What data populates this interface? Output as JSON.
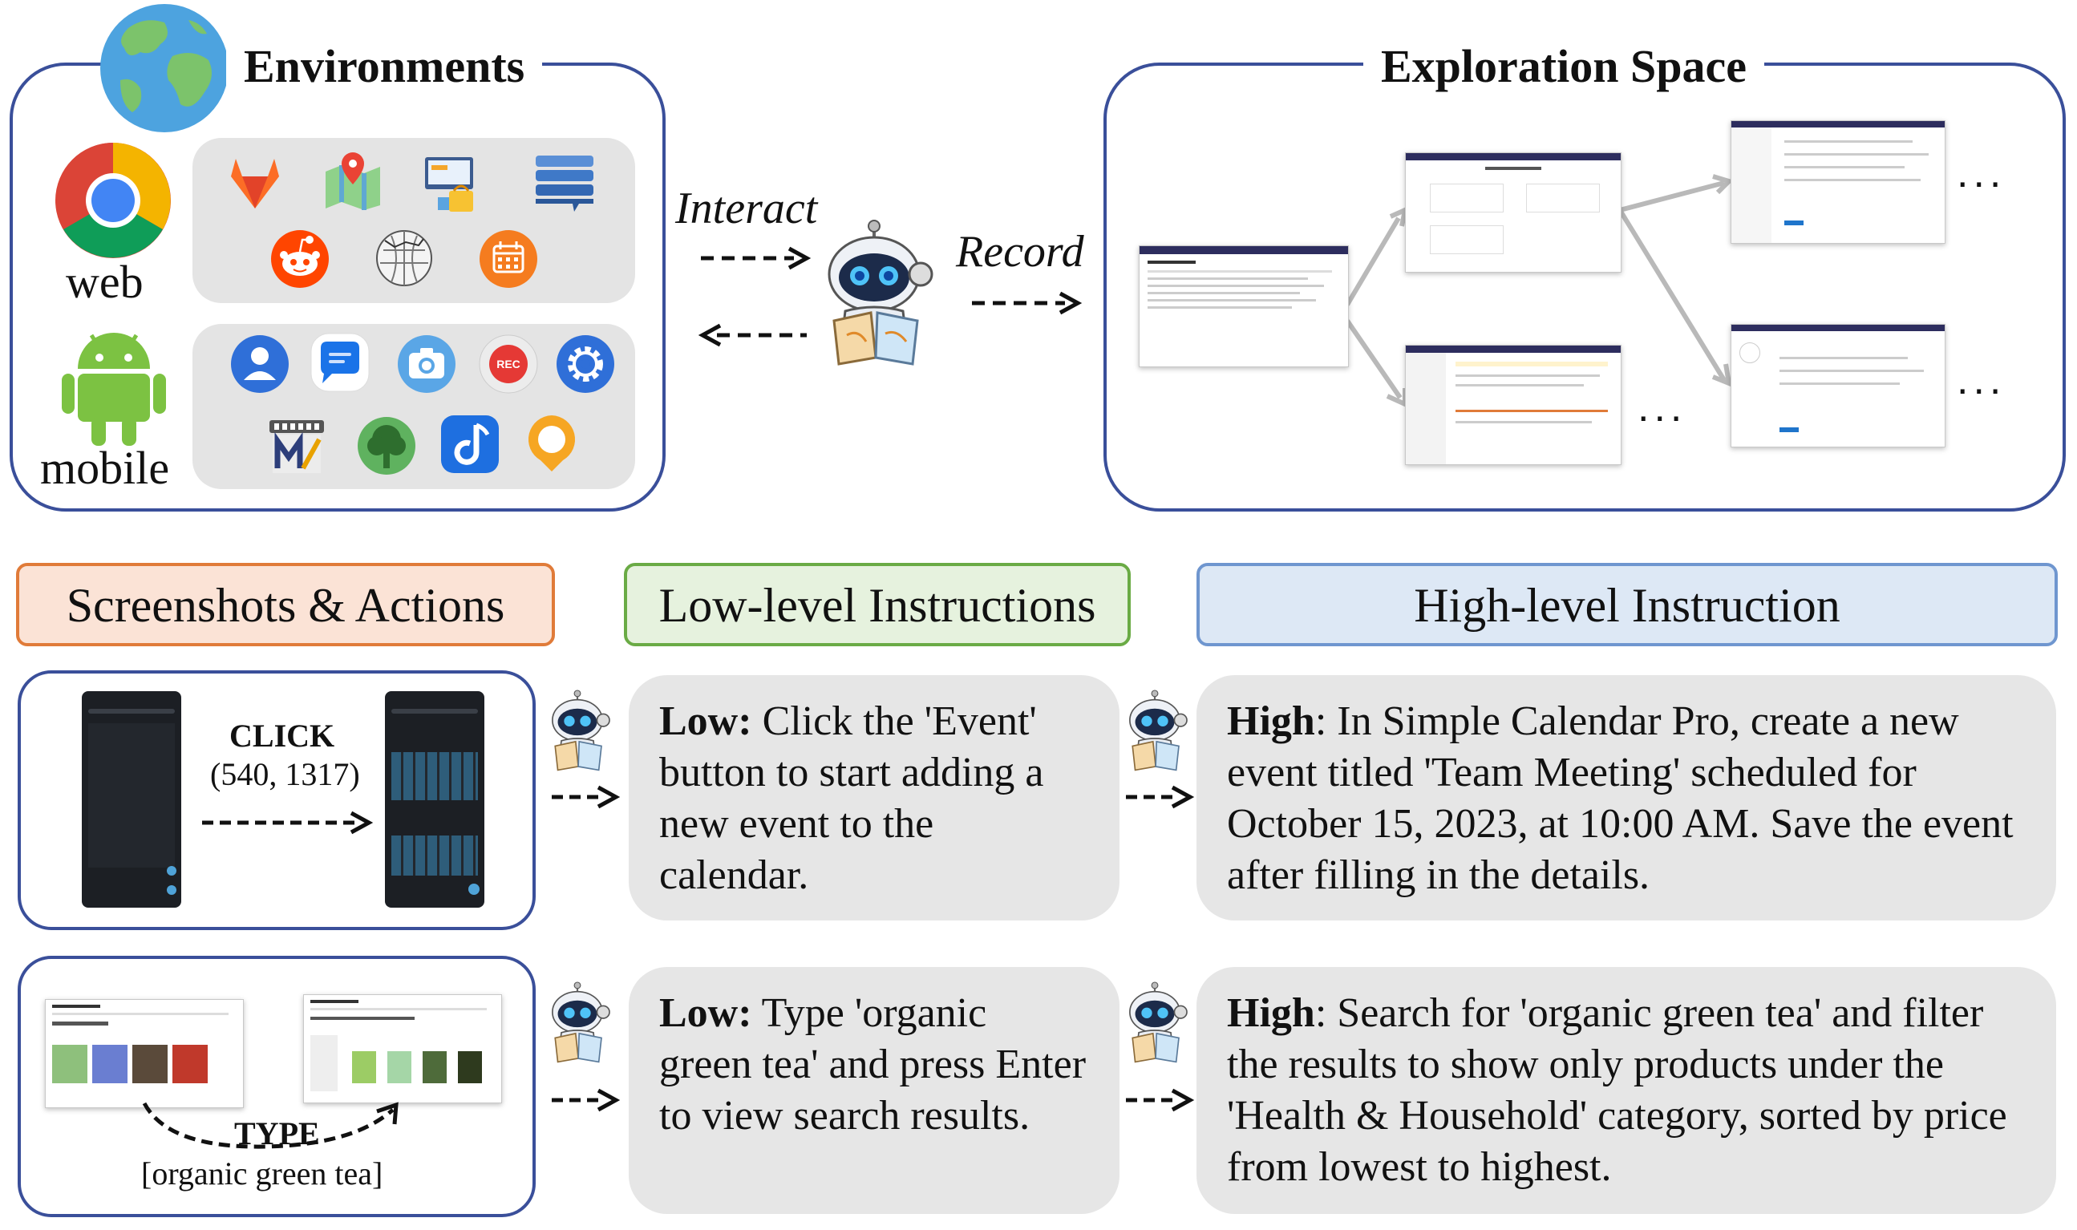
{
  "environments": {
    "title": "Environments",
    "web_label": "web",
    "mobile_label": "mobile",
    "web_apps": [
      "gitlab-icon",
      "map-icon",
      "shopping-admin-icon",
      "forum-stack-icon",
      "reddit-icon",
      "wikipedia-icon",
      "calendar-icon"
    ],
    "mobile_apps": [
      "contacts-icon",
      "messages-icon",
      "camera-icon",
      "recorder-icon",
      "settings-icon",
      "markor-icon",
      "tree-icon",
      "music-icon",
      "osmand-icon"
    ],
    "rec_text": "REC"
  },
  "arrows": {
    "interact": "Interact",
    "record": "Record"
  },
  "exploration": {
    "title": "Exploration Space",
    "ellipsis": "..."
  },
  "headers": {
    "screenshots": "Screenshots & Actions",
    "low": "Low-level Instructions",
    "high": "High-level Instruction"
  },
  "colors": {
    "panel_border": "#3a4f9a",
    "screenshots_border": "#e07b39",
    "screenshots_bg": "#fbe3d6",
    "low_border": "#6aab45",
    "low_bg": "#e6f2de",
    "high_border": "#6f96cf",
    "high_bg": "#dde8f5"
  },
  "example1": {
    "action": "CLICK",
    "coords": "(540, 1317)",
    "low_label": "Low:",
    "low_text": "Click the 'Event' button to start adding a new event to the calendar.",
    "high_label": "High",
    "high_text": ": In Simple Calendar Pro, create a new event titled 'Team Meeting' scheduled for October 15, 2023, at 10:00 AM. Save the event after filling in the details."
  },
  "example2": {
    "action": "TYPE",
    "typed": "[organic green tea]",
    "low_label": "Low:",
    "low_text": " Type 'organic green tea' and press Enter to view search results.",
    "high_label": "High",
    "high_text": ": Search for 'organic green tea' and filter the results to show only products under the 'Health & Household' category, sorted by price from lowest to highest."
  }
}
